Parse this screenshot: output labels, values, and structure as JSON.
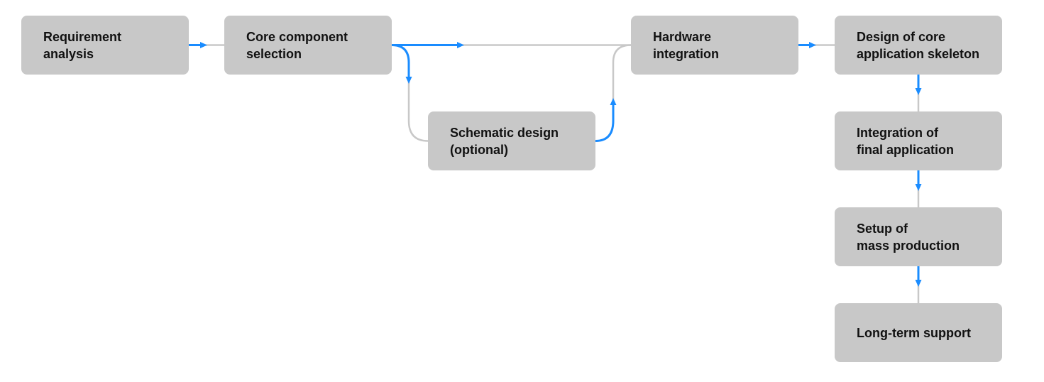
{
  "diagram": {
    "nodes": [
      {
        "id": "n1",
        "label": "Requirement\nanalysis"
      },
      {
        "id": "n2",
        "label": "Core component\nselection"
      },
      {
        "id": "n3",
        "label": "Schematic design\n(optional)"
      },
      {
        "id": "n4",
        "label": "Hardware\nintegration"
      },
      {
        "id": "n5",
        "label": "Design of core\napplication skeleton"
      },
      {
        "id": "n6",
        "label": "Integration of\nfinal application"
      },
      {
        "id": "n7",
        "label": "Setup of\nmass production"
      },
      {
        "id": "n8",
        "label": "Long-term support"
      }
    ],
    "edges": [
      {
        "from": "n1",
        "to": "n2"
      },
      {
        "from": "n2",
        "to": "n4"
      },
      {
        "from": "n2",
        "to": "n3"
      },
      {
        "from": "n3",
        "to": "n4"
      },
      {
        "from": "n4",
        "to": "n5"
      },
      {
        "from": "n5",
        "to": "n6"
      },
      {
        "from": "n6",
        "to": "n7"
      },
      {
        "from": "n7",
        "to": "n8"
      }
    ],
    "colors": {
      "node_fill": "#c8c8c8",
      "connector_gray": "#c8c8c8",
      "connector_accent": "#1a8cff",
      "text": "#111111"
    }
  }
}
